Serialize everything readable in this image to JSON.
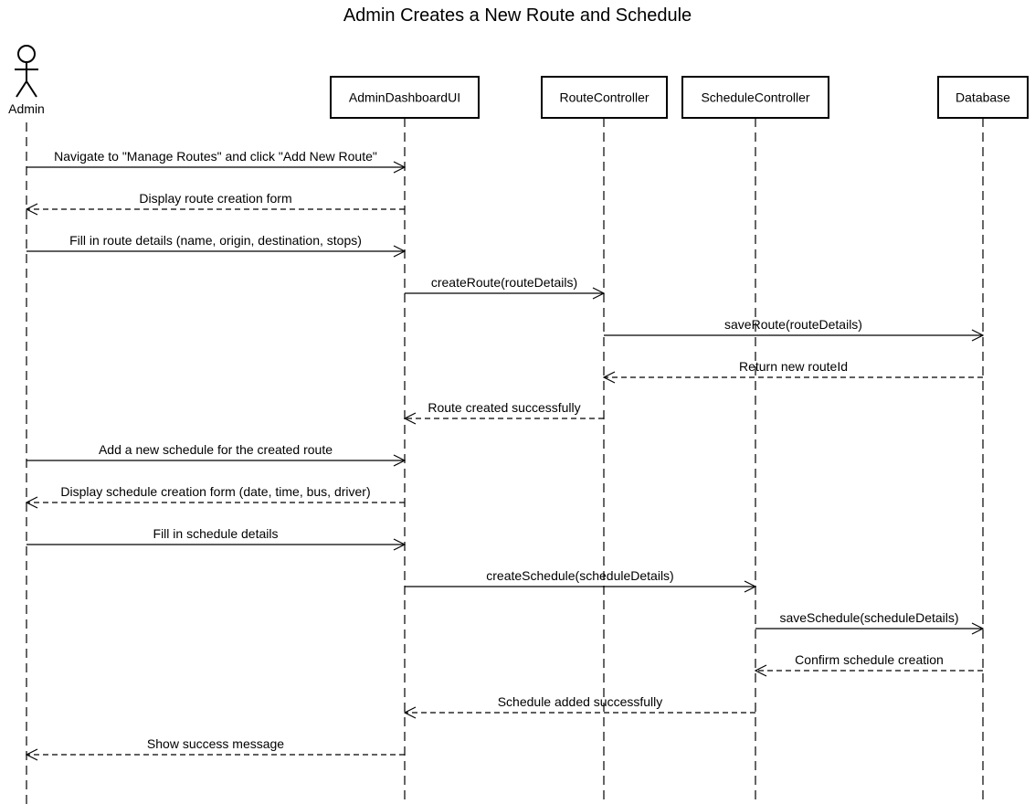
{
  "title": "Admin Creates a New Route and Schedule",
  "participants": [
    {
      "id": "admin",
      "label": "Admin",
      "kind": "actor"
    },
    {
      "id": "ui",
      "label": "AdminDashboardUI",
      "kind": "box"
    },
    {
      "id": "route",
      "label": "RouteController",
      "kind": "box"
    },
    {
      "id": "sched",
      "label": "ScheduleController",
      "kind": "box"
    },
    {
      "id": "db",
      "label": "Database",
      "kind": "box"
    }
  ],
  "messages": [
    {
      "from": "admin",
      "to": "ui",
      "label": "Navigate to \"Manage Routes\" and click \"Add New Route\"",
      "style": "sync"
    },
    {
      "from": "ui",
      "to": "admin",
      "label": "Display route creation form",
      "style": "return"
    },
    {
      "from": "admin",
      "to": "ui",
      "label": "Fill in route details (name, origin, destination, stops)",
      "style": "sync"
    },
    {
      "from": "ui",
      "to": "route",
      "label": "createRoute(routeDetails)",
      "style": "sync"
    },
    {
      "from": "route",
      "to": "db",
      "label": "saveRoute(routeDetails)",
      "style": "sync"
    },
    {
      "from": "db",
      "to": "route",
      "label": "Return new routeId",
      "style": "return"
    },
    {
      "from": "route",
      "to": "ui",
      "label": "Route created successfully",
      "style": "return"
    },
    {
      "from": "admin",
      "to": "ui",
      "label": "Add a new schedule for the created route",
      "style": "sync"
    },
    {
      "from": "ui",
      "to": "admin",
      "label": "Display schedule creation form (date, time, bus, driver)",
      "style": "return"
    },
    {
      "from": "admin",
      "to": "ui",
      "label": "Fill in schedule details",
      "style": "sync"
    },
    {
      "from": "ui",
      "to": "sched",
      "label": "createSchedule(scheduleDetails)",
      "style": "sync"
    },
    {
      "from": "sched",
      "to": "db",
      "label": "saveSchedule(scheduleDetails)",
      "style": "sync"
    },
    {
      "from": "db",
      "to": "sched",
      "label": "Confirm schedule creation",
      "style": "return"
    },
    {
      "from": "sched",
      "to": "ui",
      "label": "Schedule added successfully",
      "style": "return"
    },
    {
      "from": "ui",
      "to": "admin",
      "label": "Show success message",
      "style": "return"
    }
  ]
}
